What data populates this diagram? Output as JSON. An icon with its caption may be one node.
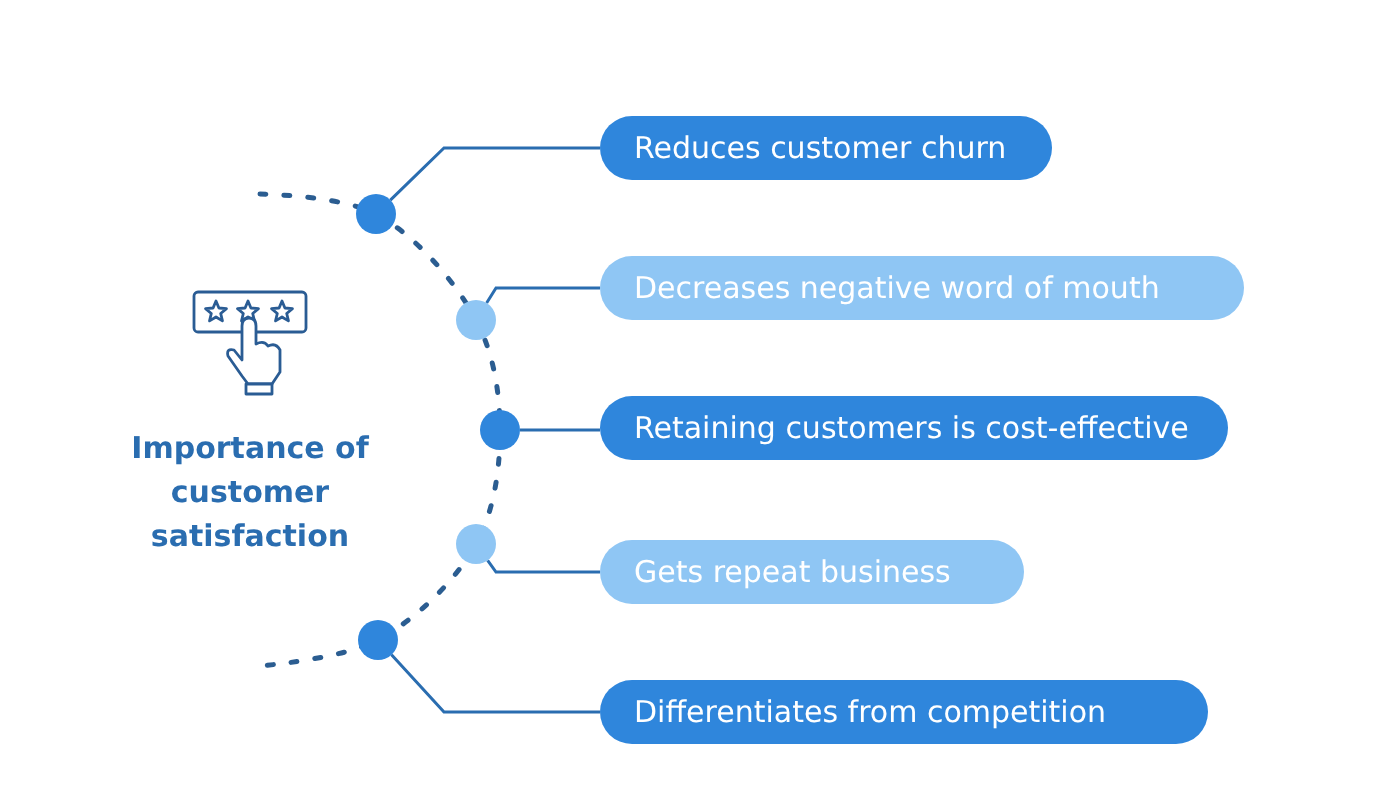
{
  "diagram": {
    "title": "Importance of customer satisfaction",
    "nodes": [
      {
        "text": [],
        "shape": "circle"
      },
      {
        "text": [
          "Reduces customer churn"
        ]
      },
      {
        "text": [],
        "shape": "circle"
      },
      {
        "text": [
          "Decreases negative word of mouth"
        ]
      },
      {
        "text": [],
        "shape": "circle"
      },
      {
        "text": [
          "Retaining customers is cost-effective"
        ]
      },
      {
        "text": [],
        "shape": "circle"
      },
      {
        "text": [
          "Gets repeat business"
        ]
      },
      {
        "text": [],
        "shape": "circle"
      },
      {
        "text": [
          "Differentiates from competition"
        ]
      }
    ],
    "edges": [
      {
        "from": 0,
        "to": 1,
        "arrow": "none"
      },
      {
        "from": 2,
        "to": 3,
        "arrow": "none"
      },
      {
        "from": 4,
        "to": 5,
        "arrow": "none"
      },
      {
        "from": 6,
        "to": 7,
        "arrow": "none"
      },
      {
        "from": 8,
        "to": 9,
        "arrow": "none"
      }
    ]
  }
}
